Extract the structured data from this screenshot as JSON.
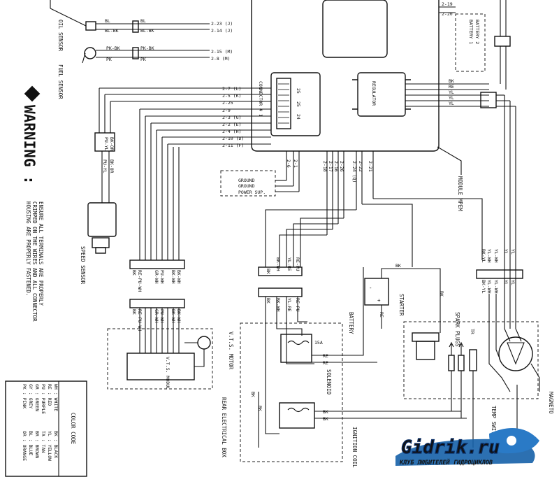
{
  "left_top": {
    "oil_sensor": "OIL SENSOR",
    "fuel_sensor": "FUEL SENSOR",
    "bl_a": "BL",
    "blbk_a": "BL-BK",
    "bl_b": "BL",
    "blbk_b": "BL-BK",
    "pkbk_a": "PK-BK",
    "pk_a": "PK",
    "pkbk_b": "PK-BK",
    "pk_b": "PK",
    "w223": "2-23 (J)",
    "w214": "2-14 (J)",
    "w215": "2-15 (M)",
    "w28": "2-8 (M)"
  },
  "connector": {
    "label": "CONNECTOR # 1",
    "pins_left": [
      "2-7 (L)",
      "2-5 (K)",
      "2-25",
      "2-9",
      "2-3 (G)",
      "2-2 (E)",
      "2-4 (H)",
      "2-10 (D)",
      "2-11 (F)"
    ],
    "pins_bottom": [
      "2-6",
      "2-1"
    ],
    "pins_bottom2": [
      "2-18",
      "2-17",
      "2-16",
      "2-26",
      "2-24 (Q)",
      "2-22",
      "2-21"
    ],
    "inner": [
      "25",
      "25",
      "24"
    ]
  },
  "ground": [
    "GROUND",
    "GROUND",
    "POWER SUP."
  ],
  "mpem": "MODULE MPEM",
  "regulator": "REGULATOR",
  "battery_group": {
    "w219": "2-19",
    "w220": "2-20",
    "b1": "BATTERY 1",
    "b2": "BATTERY 2"
  },
  "right_wires": [
    "BK",
    "RE",
    "YL",
    "YL",
    "YL"
  ],
  "warning": {
    "title": "WARNING :",
    "lines": [
      "ENSURE ALL TERMINALS ARE PROPERLY",
      "CRIMPED ON THE WIRES AND ALL CONNECTOR",
      "HOUSING ARE PROPERLY FASTENED."
    ]
  },
  "speed": {
    "label": "SPEED SENSOR",
    "w1": "PU-YL",
    "w2": "BK-OR",
    "w3": "PU-YL",
    "w4": "BK-OR"
  },
  "vts": {
    "module": "V.T.S. MODUL",
    "motor": "V.T.S. MOTOR",
    "wires_top": [
      "RE-PU-WH",
      "BK",
      "GR-WH",
      "PU-WH",
      "BK-WH",
      "BK-WH"
    ],
    "wires_bot": [
      "BK",
      "RE-PU-WH",
      "GR-WH",
      "PU-WH",
      "BK-WH",
      "BK-WH"
    ]
  },
  "center_wires": {
    "top": [
      "BK",
      "BK-WH",
      "YL-RE",
      "RE-PU"
    ],
    "bot": [
      "BK",
      "BK-WH",
      "YL-RE",
      "RE-PU"
    ]
  },
  "battery_main": {
    "label": "BATTERY",
    "bk": "BK",
    "re": "RE"
  },
  "starter": "STARTER",
  "spark": "SPARK PLUGS",
  "solenoid": "SOLENOID",
  "fuse": "15A",
  "rear_box": "REAR ELECTRICAL BOX",
  "ignition": "IGNITION COIL",
  "magneto": "MAGNETO",
  "temp_switch": "TEMP SWITCH",
  "tr": "TR",
  "mag_wires": {
    "top": [
      "BK-YL",
      "YL-WH",
      "YL-WH",
      "YL",
      "YL"
    ],
    "bot": [
      "BK-YL",
      "YL-WH",
      "YL-WH",
      "YL",
      "YL"
    ]
  },
  "color_code": {
    "title": "COLOR CODE",
    "left": [
      "WH : WHITE",
      "RE : RED",
      "PU : PURPLE",
      "GR : GREEN",
      "GY : GREY",
      "PK : PINK"
    ],
    "right": [
      "BK : BLACK",
      "YL : YELLOW",
      "TA : TAN",
      "BR : BROWN",
      "BL : BLUE",
      "OR : ORANGE"
    ]
  },
  "logo": {
    "name": "Gidrik.ru",
    "sub": "КЛУБ ЛЮБИТЕЛЕЙ ГИДРОЦИКЛОВ"
  }
}
